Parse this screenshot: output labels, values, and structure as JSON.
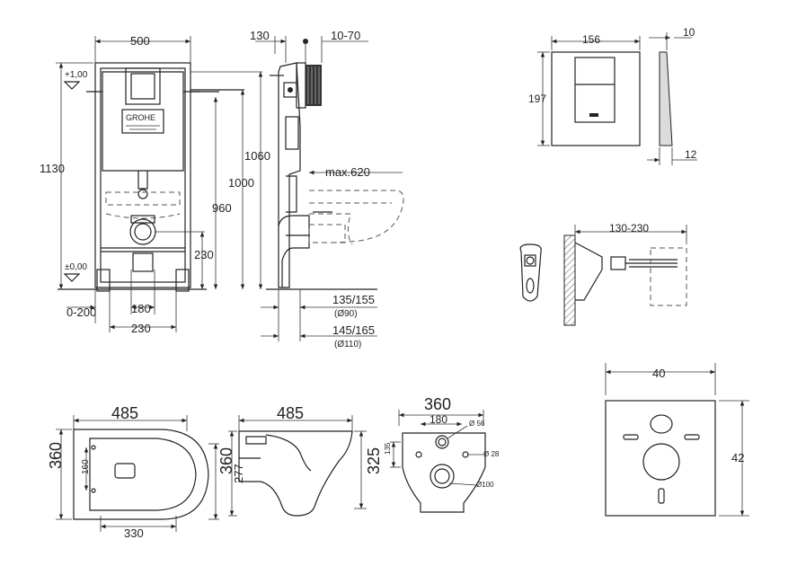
{
  "frame_front": {
    "width": "500",
    "height_total": "1130",
    "h_1060": "1060",
    "h_1000": "1000",
    "h_960": "960",
    "h_230": "230",
    "plus_level": "+1,00",
    "zero_level": "±0,00",
    "adj_0_200": "0-200",
    "w_180": "180",
    "w_230": "230",
    "brand": "GROHE"
  },
  "frame_side": {
    "depth_130": "130",
    "adj_10_70": "10-70",
    "max_620": "max.620",
    "d_135_155": "135/155",
    "d_90": "(Ø90)",
    "d_145_165": "145/165",
    "d_110": "(Ø110)"
  },
  "plate": {
    "width": "156",
    "height": "197",
    "thick_10": "10",
    "thick_12": "12"
  },
  "mount": {
    "range": "130-230"
  },
  "pad": {
    "width": "40",
    "height": "42"
  },
  "bowl_top": {
    "length": "485",
    "width": "360",
    "w_160": "160",
    "h_277": "277",
    "w_330": "330"
  },
  "bowl_side": {
    "length": "485",
    "height": "360",
    "h_325": "325"
  },
  "bowl_back": {
    "width": "360",
    "w_180": "180",
    "h_135": "135",
    "d_56": "Ø 56",
    "d_28": "Ø 28",
    "d_100": "Ø100"
  }
}
